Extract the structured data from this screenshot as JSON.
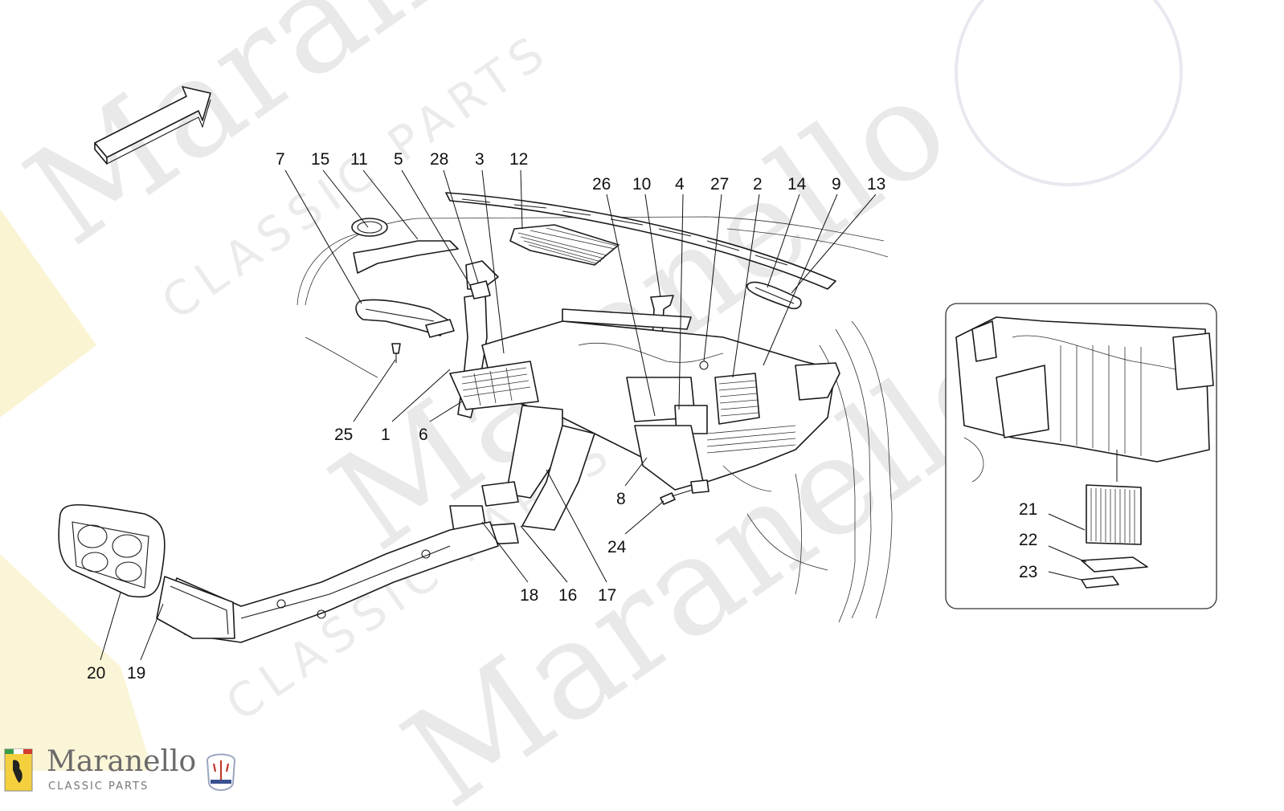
{
  "callouts": {
    "c7": "7",
    "c15": "15",
    "c11": "11",
    "c5": "5",
    "c28": "28",
    "c3": "3",
    "c12": "12",
    "c26": "26",
    "c10": "10",
    "c4": "4",
    "c27": "27",
    "c2": "2",
    "c14": "14",
    "c9": "9",
    "c13": "13",
    "c25": "25",
    "c1": "1",
    "c6": "6",
    "c8": "8",
    "c24": "24",
    "c18": "18",
    "c16": "16",
    "c17": "17",
    "c20": "20",
    "c19": "19",
    "c21": "21",
    "c22": "22",
    "c23": "23"
  },
  "logo": {
    "brand": "Maranello",
    "sub": "CLASSIC PARTS"
  },
  "watermark": {
    "brand": "Maranello",
    "sub": "CLASSIC PARTS"
  },
  "colors": {
    "line": "#1a1a1a",
    "watermark": "#9e9e9e",
    "ferrari_yellow": "#f4d03f"
  }
}
